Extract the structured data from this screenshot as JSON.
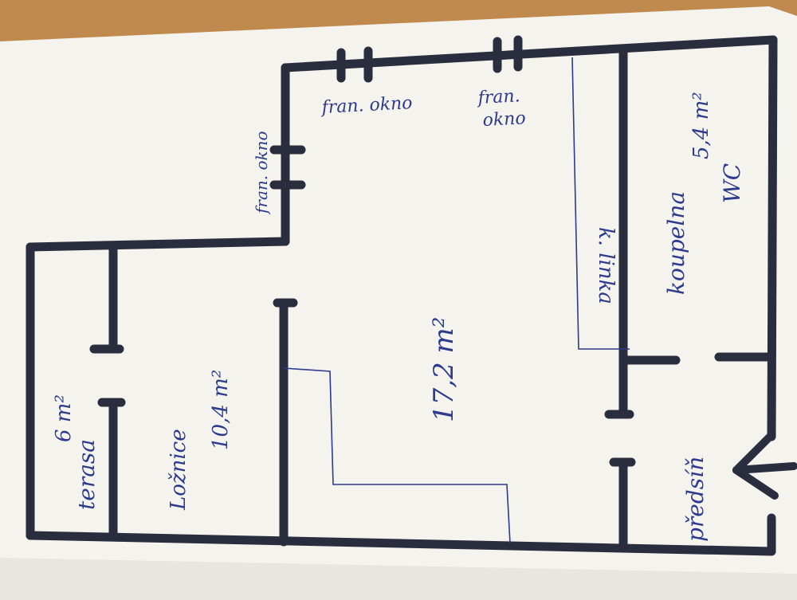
{
  "colors": {
    "table": "#c08a4e",
    "paper": "#f4f3ee",
    "marker": "#2a2d3e",
    "pen": "#2e3a8c"
  },
  "labels": {
    "terasa": "terasa",
    "terasa_area": "6 m²",
    "loznice": "Ložnice",
    "loznice_area": "10,4 m²",
    "living_area": "17,2 m²",
    "koupelna": "koupelna",
    "wc": "WC",
    "koupelna_area": "5,4 m²",
    "kitchen_line": "k. linka",
    "predsin": "předsíň",
    "window_left": "fran. okno",
    "window_top_1": "fran. okno",
    "window_top_2_a": "fran.",
    "window_top_2_b": "okno"
  }
}
